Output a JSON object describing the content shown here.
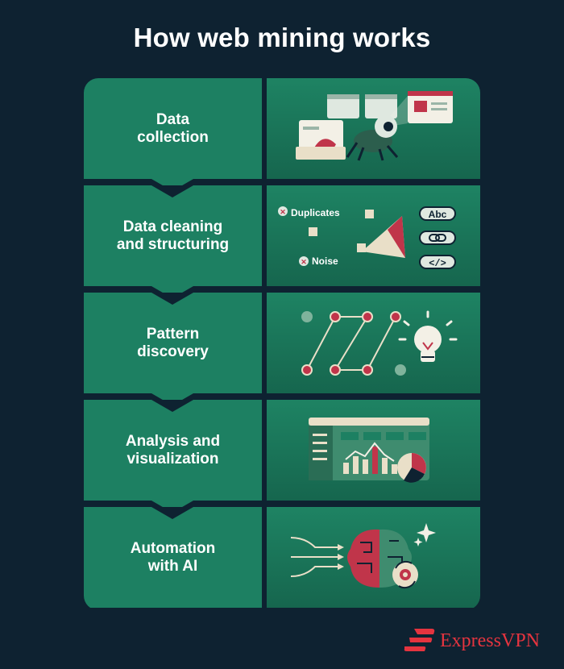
{
  "title": "How web mining works",
  "steps": [
    {
      "label_line1": "Data",
      "label_line2": "collection",
      "icon": "spider-crawler-icon"
    },
    {
      "label_line1": "Data cleaning",
      "label_line2": "and structuring",
      "icon": "funnel-filter-icon",
      "tags": {
        "duplicates": "Duplicates",
        "noise": "Noise",
        "text_chip": "Abc",
        "code_chip": "</>"
      }
    },
    {
      "label_line1": "Pattern",
      "label_line2": "discovery",
      "icon": "lightbulb-icon"
    },
    {
      "label_line1": "Analysis and",
      "label_line2": "visualization",
      "icon": "dashboard-chart-icon"
    },
    {
      "label_line1": "Automation",
      "label_line2": "with AI",
      "icon": "ai-brain-icon"
    }
  ],
  "brand": {
    "name": "ExpressVPN",
    "color": "#e5343f"
  },
  "colors": {
    "background": "#0e2231",
    "step_green": "#1d8062",
    "accent_red": "#c0354a"
  }
}
